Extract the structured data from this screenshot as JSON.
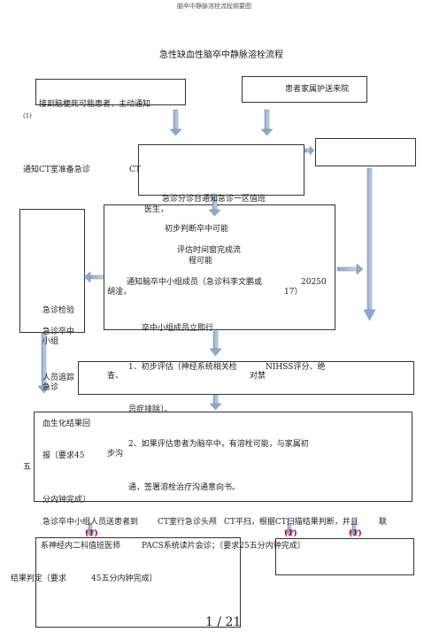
{
  "header": "脑卒中静脉溶栓流程纲要图",
  "title": "急性缺血性脑卒中静脉溶栓流程",
  "labels": {
    "receive": "接到脑梗死可能患者，主动通知",
    "paren1": "(1)",
    "family": "患者家属护送来院",
    "notify_ct_a": "通知CT室准备急诊",
    "notify_ct_b": "CT",
    "triage_a": "急诊分诊台通知急诊一区值班",
    "triage_b": "医生，",
    "judge": "初步判断卒中可能",
    "assess_a": "评估时间窗完成流",
    "assess_b": "程可能",
    "notify_team_a": "通知脑卒中小组成员〔急诊科李文鹏或",
    "notify_team_num": "20250",
    "notify_team_b": "胡淦，",
    "notify_team_c": "17）",
    "er_exam": "急诊检验",
    "team_now": "卒中小组成员立即行",
    "er_team_a": "急诊卒中",
    "er_team_b": "小组",
    "follow_a": "人员追踪",
    "follow_b": "急诊",
    "eval1_a": "1、初步评估〔神经系统相关检",
    "eval1_b": "NIHSS评分、绝",
    "eval1_c": "查、",
    "eval1_d": "对禁",
    "eval1_e": "忌症排除〕。",
    "lab_a": "血生化结果回",
    "eval2_a": "2、如果评估患者为脑卒中，有溶栓可能，与家属初",
    "lab_b": "报〔要求45",
    "eval2_b": "步沟",
    "five": "五",
    "eval2_c": "通，签署溶栓治疗沟通意向书。",
    "lab_c": "分内钟完成〕",
    "ct_a": "急诊卒中小组人员送患者到",
    "ct_b": "CT室行急诊头颅",
    "ct_c": "CT平扫，根据CT扫描结果判断，并且",
    "ct_d": "联",
    "ct_e": "系神经内二科值班医师",
    "ct_f": "PACS系统读片会诊；〔要求25五分内钟完成〕",
    "result": "结果判定〔要求",
    "result_b": "45五分内钟完成〕",
    "marker": "(1)",
    "page_num": "1 / 21"
  }
}
